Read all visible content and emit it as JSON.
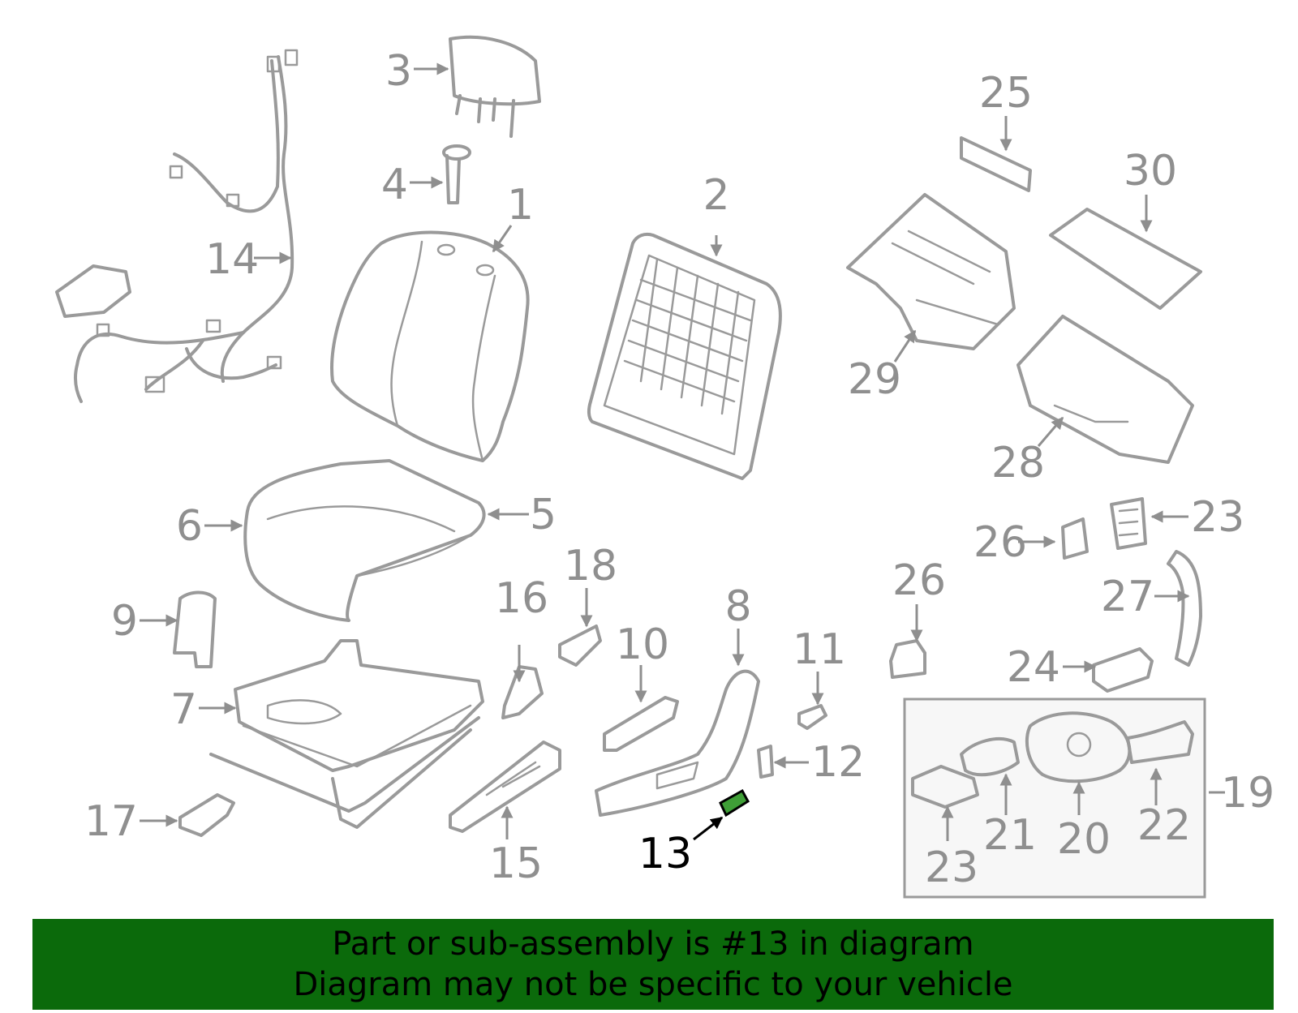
{
  "colors": {
    "line": "#9a9a9a",
    "label": "#8f8f8f",
    "highlight_fill": "#3f9f37",
    "banner_bg": "#0b6a0b",
    "inset_bg": "#f7f7f7",
    "inset_border": "#9a9a9a"
  },
  "highlighted_part": "13",
  "labels": {
    "p1": "1",
    "p2": "2",
    "p3": "3",
    "p4": "4",
    "p5": "5",
    "p6": "6",
    "p7": "7",
    "p8": "8",
    "p9": "9",
    "p10": "10",
    "p11": "11",
    "p12": "12",
    "p13": "13",
    "p14": "14",
    "p15": "15",
    "p16": "16",
    "p17": "17",
    "p18": "18",
    "p19": "19",
    "p20": "20",
    "p21": "21",
    "p22": "22",
    "p23a": "23",
    "p23b": "23",
    "p24": "24",
    "p25": "25",
    "p26a": "26",
    "p26b": "26",
    "p27": "27",
    "p28": "28",
    "p29": "29",
    "p30": "30"
  },
  "banner": {
    "line1": "Part or sub-assembly is #13 in diagram",
    "line2": "Diagram may not be specific to your vehicle"
  }
}
